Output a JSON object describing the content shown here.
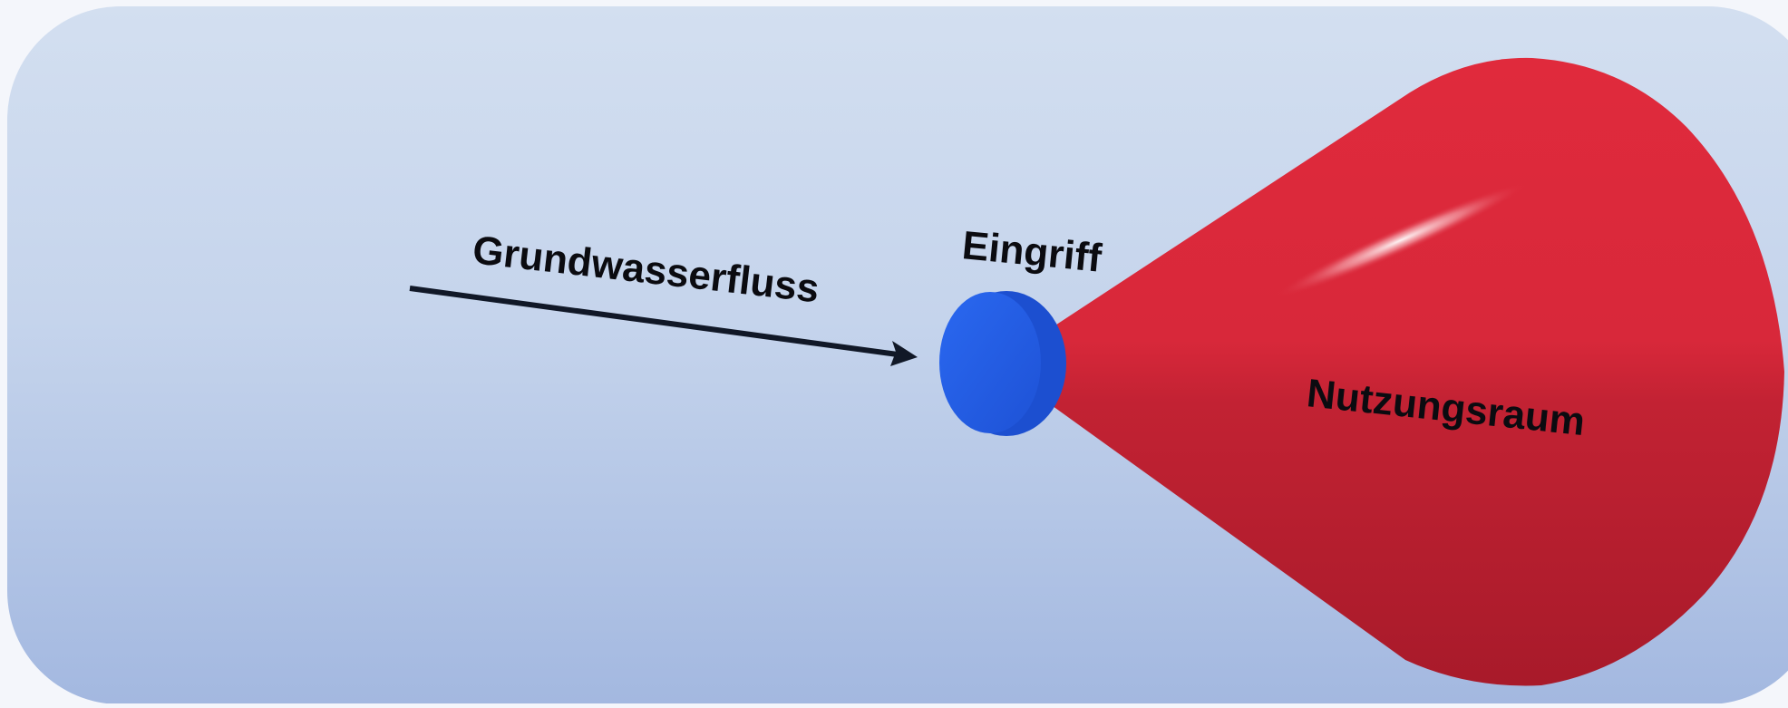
{
  "labels": {
    "flow": "Grundwasserfluss",
    "intervention": "Eingriff",
    "usage_area": "Nutzungsraum"
  },
  "colors": {
    "panel_top": "#d3dff0",
    "panel_bottom": "#a3b8e0",
    "cone_light": "#e42a3f",
    "cone_dark": "#b01c2c",
    "disc_face": "#2660ea",
    "disc_rim": "#1c4fd0",
    "arrow": "#111827"
  }
}
